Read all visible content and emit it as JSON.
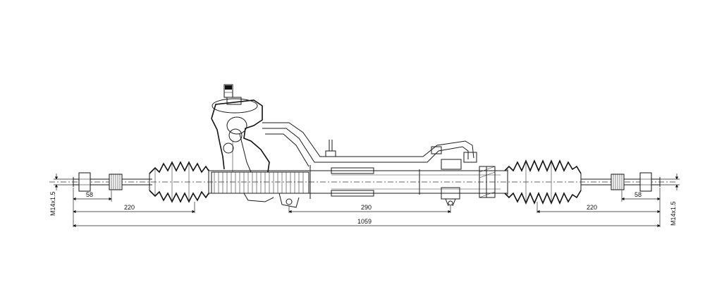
{
  "dimensions": {
    "left_tie_rod_end": "58",
    "right_tie_rod_end": "58",
    "left_boot_length": "220",
    "right_boot_length": "220",
    "center_mount_spacing": "290",
    "overall_length": "1059",
    "left_thread": "M14x1.5",
    "right_thread": "M14x1.5"
  }
}
